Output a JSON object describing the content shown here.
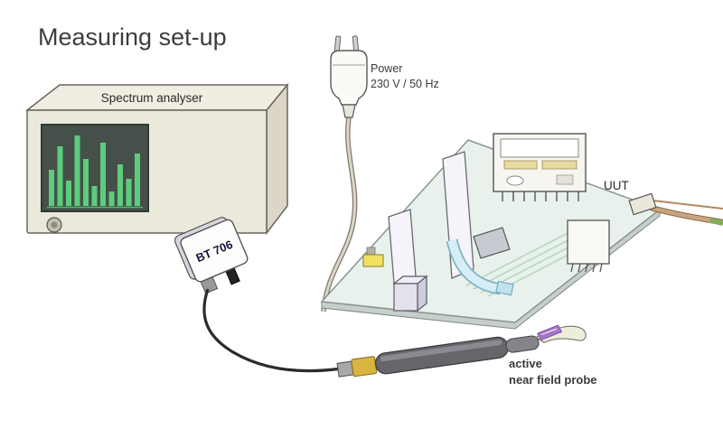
{
  "title": "Measuring set-up",
  "analyser": {
    "label": "Spectrum analyser"
  },
  "power": {
    "line1": "Power",
    "line2": "230 V / 50 Hz"
  },
  "adapter": {
    "label": "BT 706"
  },
  "board": {
    "label": "UUT"
  },
  "probe": {
    "caption_line1": "active",
    "caption_line2": "near field probe"
  },
  "spectrum_screen": {
    "bars": [
      40,
      66,
      28,
      78,
      52,
      22,
      70,
      16,
      46,
      30,
      58
    ]
  },
  "colors": {
    "screen_bg": "#45504a",
    "screen_bar": "#5ecc7d",
    "board": "#e9f1ec",
    "probe_band": "#d9b440",
    "probe_label": "#a574c6",
    "cable_tan": "#caa47e"
  }
}
